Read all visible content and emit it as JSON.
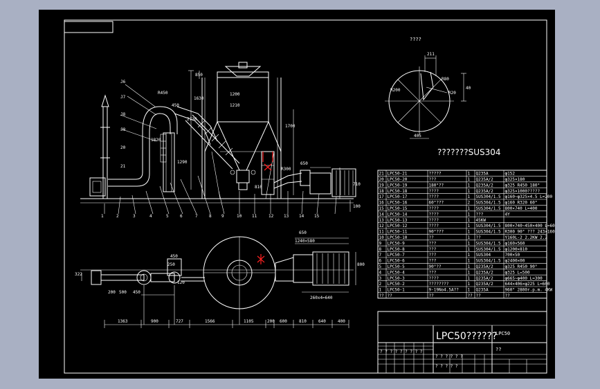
{
  "drawing": {
    "top_view_title": "????",
    "top_view_dims": [
      "211",
      "40",
      "R20",
      "R80",
      "405",
      "R200"
    ],
    "material_note": "???????SUS304",
    "labels_upper": [
      "J6",
      "J7",
      "J8",
      "J9",
      "20",
      "21",
      "R450",
      "450",
      "1820",
      "1290",
      "2730",
      "1630",
      "1210",
      "R300",
      "650",
      "1200",
      "810",
      "710",
      "100",
      "1700",
      "850"
    ],
    "part_numbers": [
      "1",
      "2",
      "3",
      "4",
      "5",
      "6",
      "7",
      "8",
      "9",
      "10",
      "11",
      "12",
      "13",
      "14",
      "15"
    ],
    "labels_lower": [
      "650",
      "1240×580",
      "450",
      "250",
      "322",
      "200",
      "500",
      "450",
      "800",
      "120",
      "260x4=640"
    ],
    "bottom_dims": [
      "1363",
      "900",
      "727",
      "1566",
      "1105",
      "200",
      "600",
      "810",
      "640",
      "400"
    ]
  },
  "bom": {
    "rows": [
      {
        "no": "21",
        "code": "LPC50-21",
        "name": "?????",
        "qty": "1",
        "mat": "Q235A",
        "spec": "φ152"
      },
      {
        "no": "20",
        "code": "LPC50-20",
        "name": "???",
        "qty": "1",
        "mat": "Q235A/2",
        "spec": "φ325×180"
      },
      {
        "no": "19",
        "code": "LPC50-19",
        "name": "180°??",
        "qty": "1",
        "mat": "Q235A/2",
        "spec": "φ325 R450 180°"
      },
      {
        "no": "18",
        "code": "LPC50-18",
        "name": "????",
        "qty": "1",
        "mat": "Q235A/2",
        "spec": "φ325×1000?????"
      },
      {
        "no": "17",
        "code": "LPC50-17",
        "name": "????",
        "qty": "1",
        "mat": "SUS304/1.5",
        "spec": "φ160~φ325×4.5 L=200"
      },
      {
        "no": "16",
        "code": "LPC50-16",
        "name": "60°???",
        "qty": "2",
        "mat": "SUS304/1.5",
        "spec": "φ160 R320 60°"
      },
      {
        "no": "15",
        "code": "LPC50-15",
        "name": "????",
        "qty": "1",
        "mat": "SUS304/1.5",
        "spec": "800×740 L=400"
      },
      {
        "no": "14",
        "code": "LPC50-14",
        "name": "????",
        "qty": "1",
        "mat": "???",
        "spec": "4Y"
      },
      {
        "no": "13",
        "code": "LPC50-13",
        "name": "????",
        "qty": "1",
        "mat": "45KW",
        "spec": ""
      },
      {
        "no": "12",
        "code": "LPC50-12",
        "name": "????",
        "qty": "1",
        "mat": "SUS304/1.5",
        "spec": "800×740~450×400 L=600"
      },
      {
        "no": "11",
        "code": "LPC50-11",
        "name": "90°???",
        "qty": "1",
        "mat": "SUS304/1.5",
        "spec": "R300 90° ??? 243×160"
      },
      {
        "no": "10",
        "code": "LPC50-10",
        "name": "??",
        "qty": "1",
        "mat": "??",
        "spec": "Y160L-2 2.2KW 2.2"
      },
      {
        "no": "9",
        "code": "LPC50-9",
        "name": "???",
        "qty": "1",
        "mat": "SUS304/1.5",
        "spec": "φ160×560"
      },
      {
        "no": "8",
        "code": "LPC50-8",
        "name": "???",
        "qty": "1",
        "mat": "SUS304/1.5",
        "spec": "φ1200×810"
      },
      {
        "no": "7",
        "code": "LPC50-7",
        "name": "???",
        "qty": "1",
        "mat": "SUS304",
        "spec": "700×50"
      },
      {
        "no": "6",
        "code": "LPC50-6",
        "name": "???",
        "qty": "1",
        "mat": "SUS304/1.5",
        "spec": "φ2400×00"
      },
      {
        "no": "5",
        "code": "LPC50-5",
        "name": "90°??",
        "qty": "1",
        "mat": "Q235A/2",
        "spec": "φ325 R450 90°"
      },
      {
        "no": "4",
        "code": "LPC50-4",
        "name": "???",
        "qty": "1",
        "mat": "Q235A/2",
        "spec": "φ325  L=500"
      },
      {
        "no": "3",
        "code": "LPC50-3",
        "name": "????",
        "qty": "1",
        "mat": "Q235A/2",
        "spec": "φ665~φ400 L=300"
      },
      {
        "no": "2",
        "code": "LPC50-2",
        "name": "????????",
        "qty": "1",
        "mat": "Q235A/2",
        "spec": "644×406×φ225 L=600"
      },
      {
        "no": "1",
        "code": "LPC50-1",
        "name": "9-19No4.5A??",
        "qty": "1",
        "mat": "Q235A",
        "spec": "960°  2800r.p.m. 4KW"
      },
      {
        "no": "??",
        "code": "??",
        "name": "??",
        "qty": "??",
        "mat": "??",
        "spec": "??"
      }
    ]
  },
  "title_block": {
    "title": "LPC50??????",
    "model": "LPC50",
    "sheet_label": "??",
    "row_a": "? ? ?  ? ? ?  ? ? ?",
    "row_b": "? ?  ? ?   ?  ?",
    "row_c": "?  ?  ?   ?    ?"
  }
}
